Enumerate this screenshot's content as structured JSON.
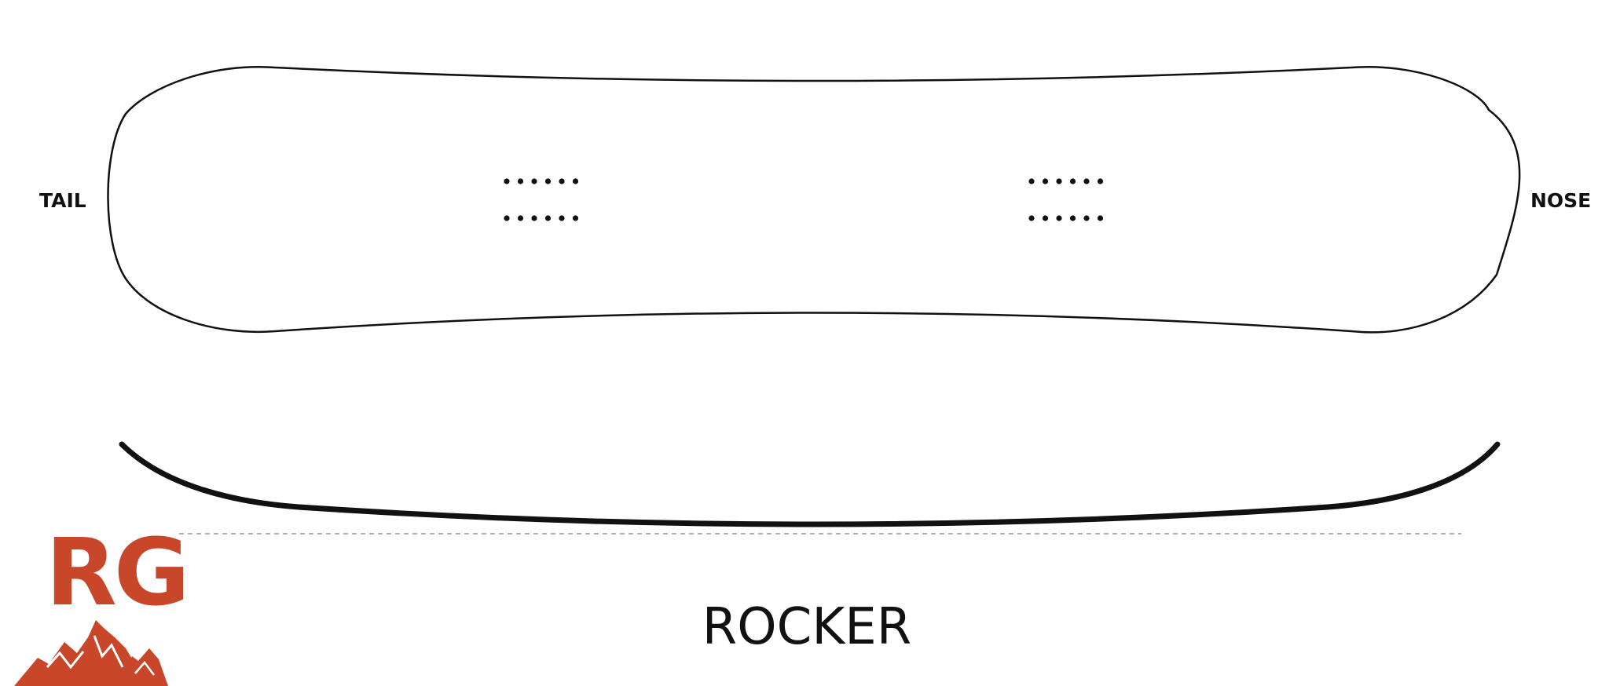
{
  "labels": {
    "tail": "TAIL",
    "nose": "NOSE",
    "profile": "ROCKER"
  },
  "logo": {
    "text": "RG",
    "icon": "mountain-icon",
    "color": "#c8472b"
  },
  "colors": {
    "outline": "#111111",
    "baseline": "#999999",
    "background": "#ffffff"
  },
  "inserts": {
    "per_row": 6,
    "rows": 2,
    "groups": 2
  }
}
